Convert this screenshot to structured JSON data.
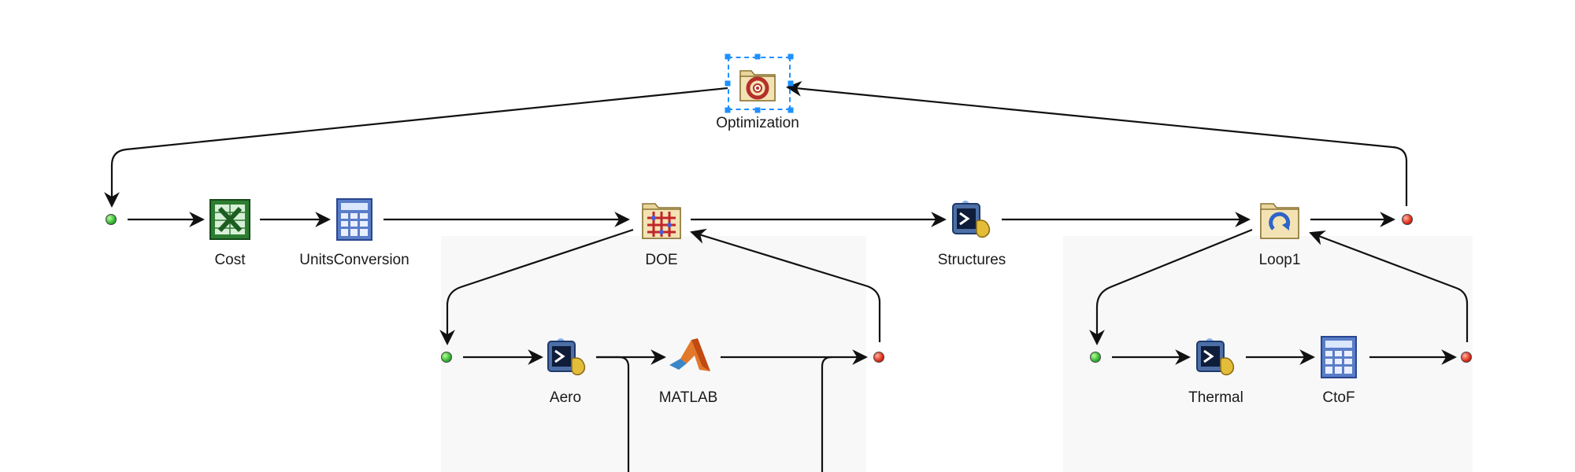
{
  "diagram": {
    "nodes": {
      "optimization": {
        "label": "Optimization",
        "icon": "optimizer-folder-icon",
        "selected": true
      },
      "cost": {
        "label": "Cost",
        "icon": "excel-icon"
      },
      "units_conversion": {
        "label": "UnitsConversion",
        "icon": "calculator-icon"
      },
      "doe": {
        "label": "DOE",
        "icon": "doe-folder-icon"
      },
      "structures": {
        "label": "Structures",
        "icon": "script-component-icon"
      },
      "loop1": {
        "label": "Loop1",
        "icon": "loop-folder-icon"
      },
      "aero": {
        "label": "Aero",
        "icon": "script-component-icon"
      },
      "matlab": {
        "label": "MATLAB",
        "icon": "matlab-icon"
      },
      "thermal": {
        "label": "Thermal",
        "icon": "script-component-icon"
      },
      "ctof": {
        "label": "CtoF",
        "icon": "calculator-icon"
      }
    },
    "ports": {
      "start_color": "#2fb52f",
      "end_color": "#e02a14"
    },
    "colors": {
      "selection": "#1e90ff",
      "connector": "#111111"
    }
  }
}
